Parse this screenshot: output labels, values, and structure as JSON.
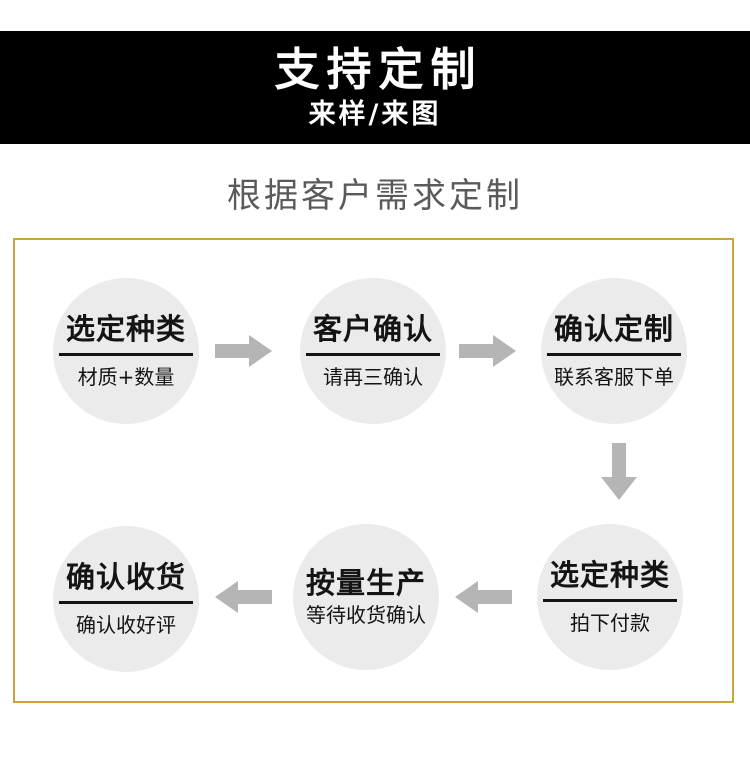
{
  "banner": {
    "title": "支持定制",
    "subtitle": "来样/来图",
    "background_color": "#000000",
    "text_color": "#ffffff"
  },
  "section_title": "根据客户需求定制",
  "flow": {
    "border_color": "#cda43c",
    "circle_color": "#ebebeb",
    "arrow_color": "#b5b5b5",
    "text_color": "#141414",
    "steps": [
      {
        "main": "选定种类",
        "sub": "材质+数量",
        "divider": true
      },
      {
        "main": "客户确认",
        "sub": "请再三确认",
        "divider": true
      },
      {
        "main": "确认定制",
        "sub": "联系客服下单",
        "divider": true
      },
      {
        "main": "选定种类",
        "sub": "拍下付款",
        "divider": true
      },
      {
        "main": "按量生产",
        "sub": "等待收货确认",
        "divider": false
      },
      {
        "main": "确认收货",
        "sub": "确认收好评",
        "divider": true
      }
    ]
  }
}
